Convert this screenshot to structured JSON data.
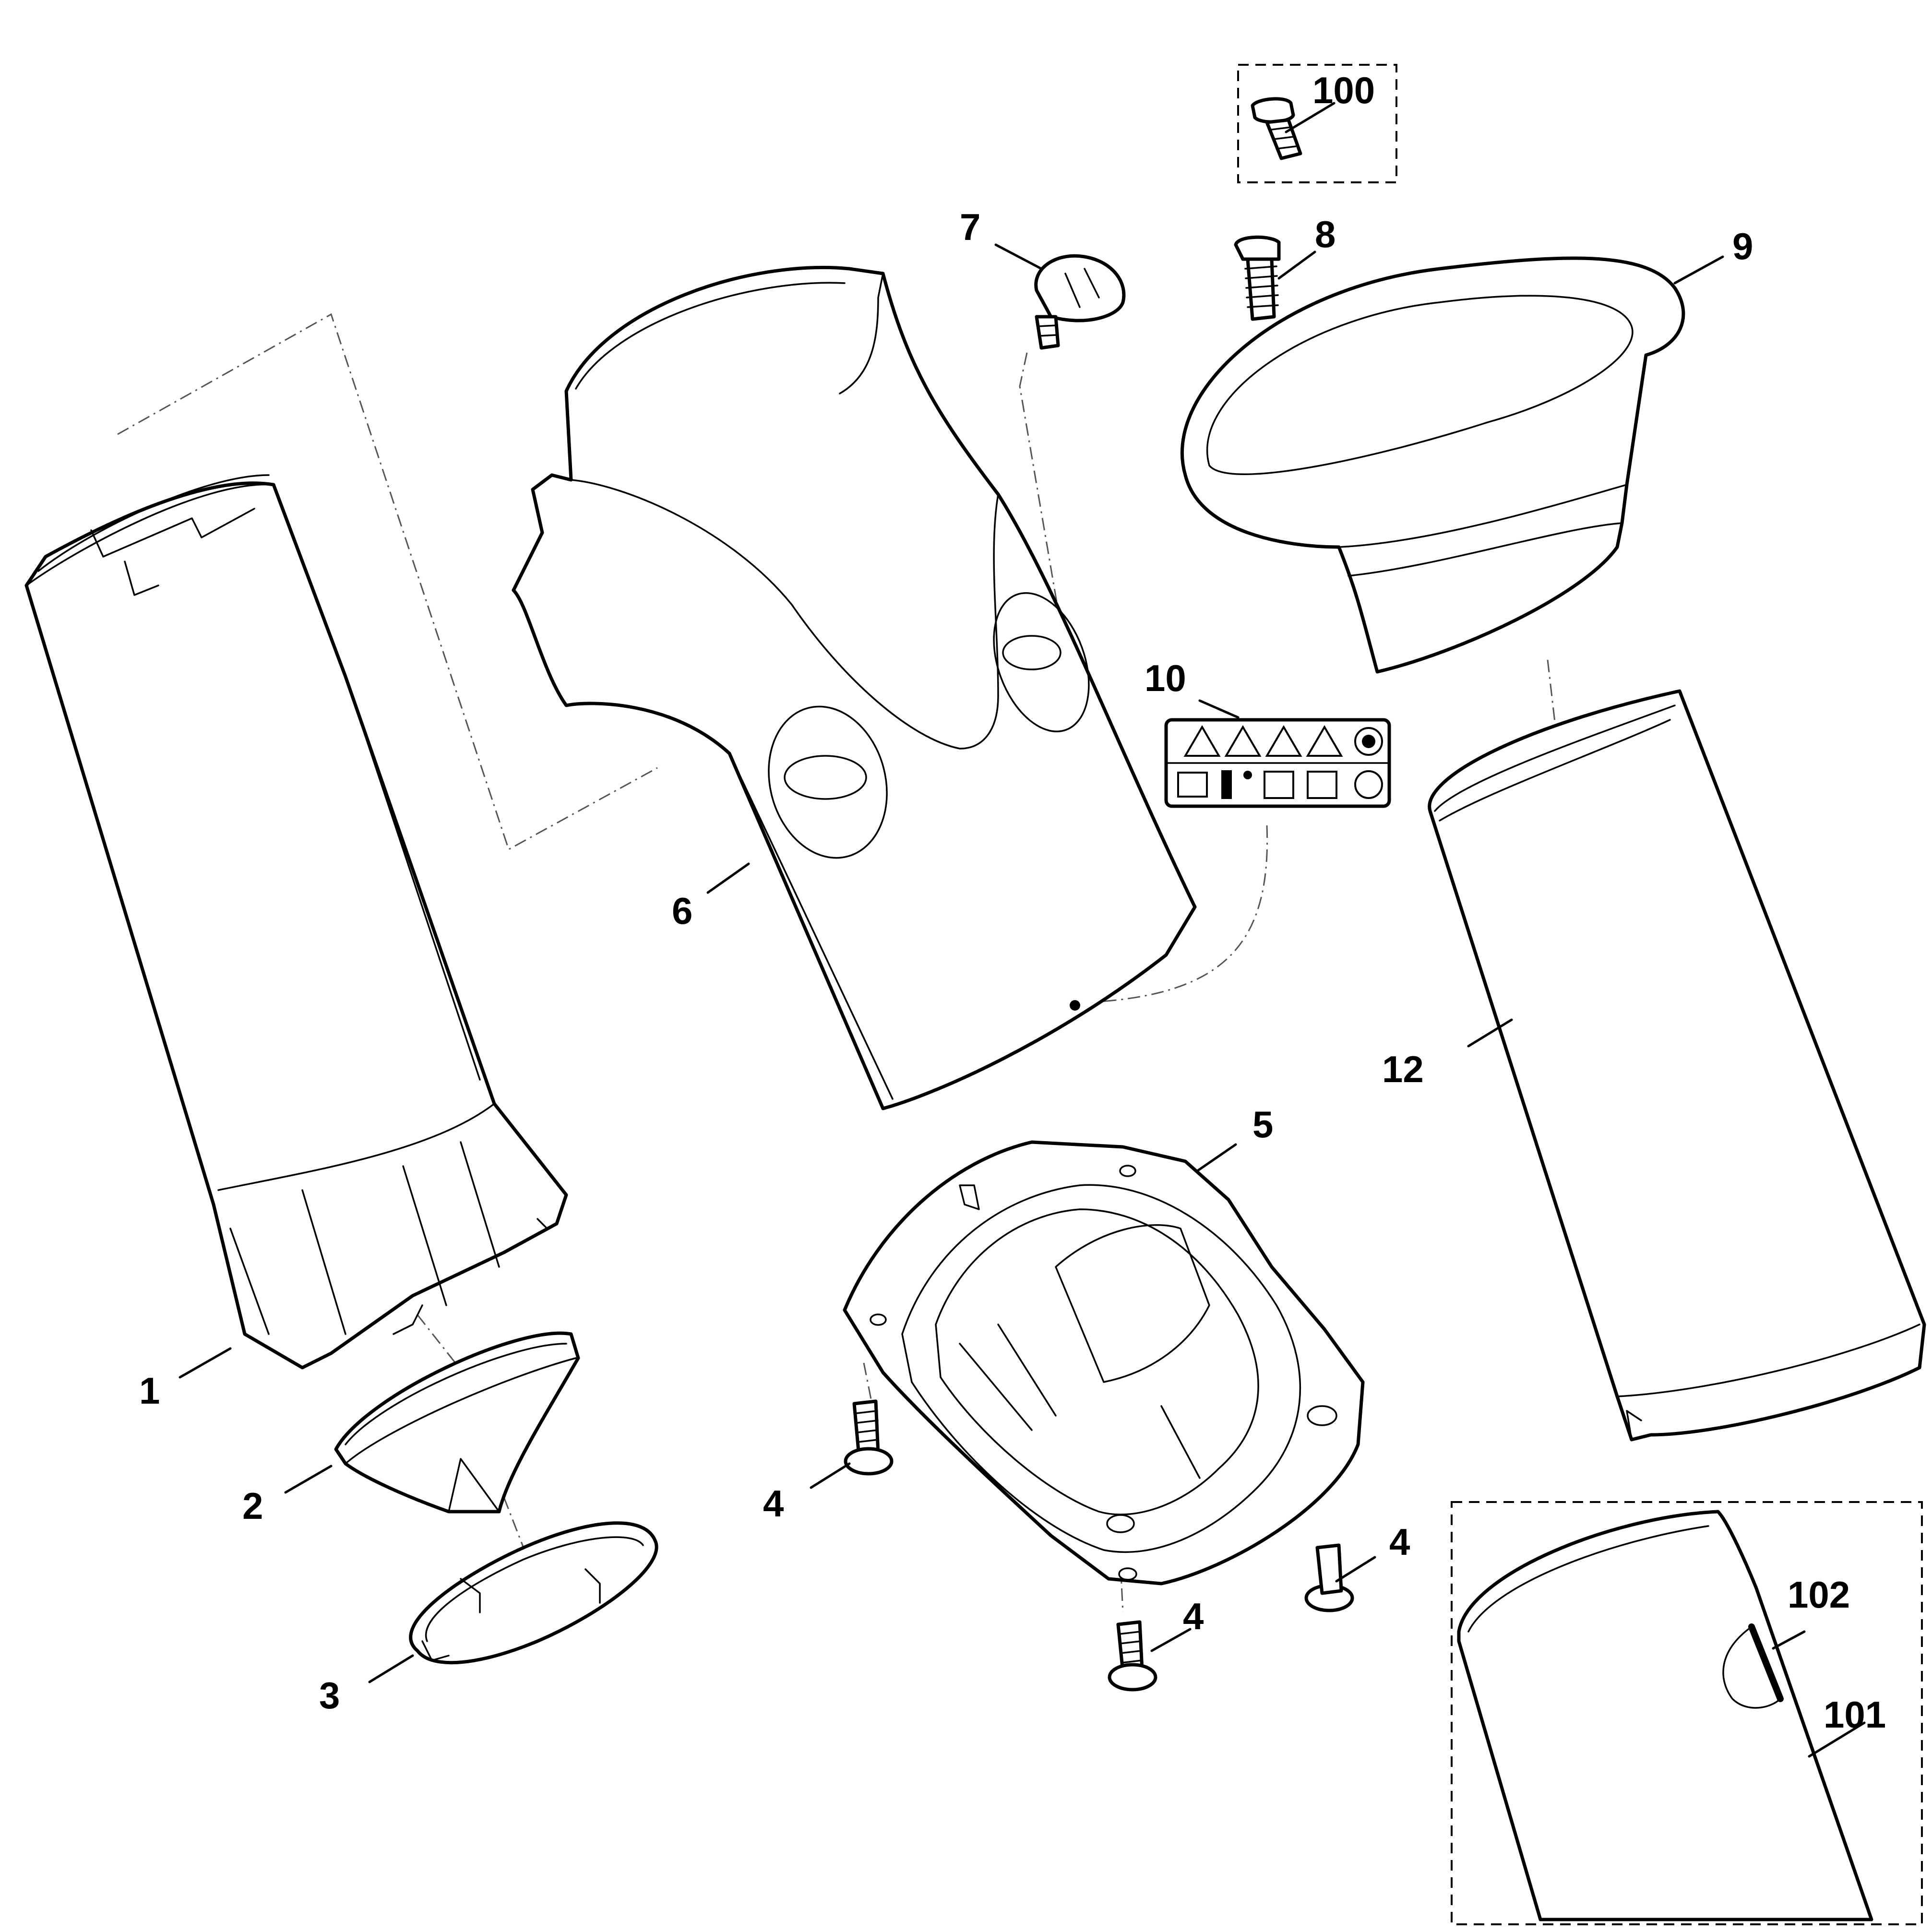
{
  "callouts": {
    "c1": "1",
    "c2": "2",
    "c3": "3",
    "c4a": "4",
    "c4b": "4",
    "c4c": "4",
    "c5": "5",
    "c6": "6",
    "c7": "7",
    "c8": "8",
    "c9": "9",
    "c10": "10",
    "c12": "12",
    "c100": "100",
    "c101": "101",
    "c102": "102"
  },
  "colors": {
    "line": "#000000",
    "background": "#ffffff",
    "construction-line": "#555555"
  }
}
